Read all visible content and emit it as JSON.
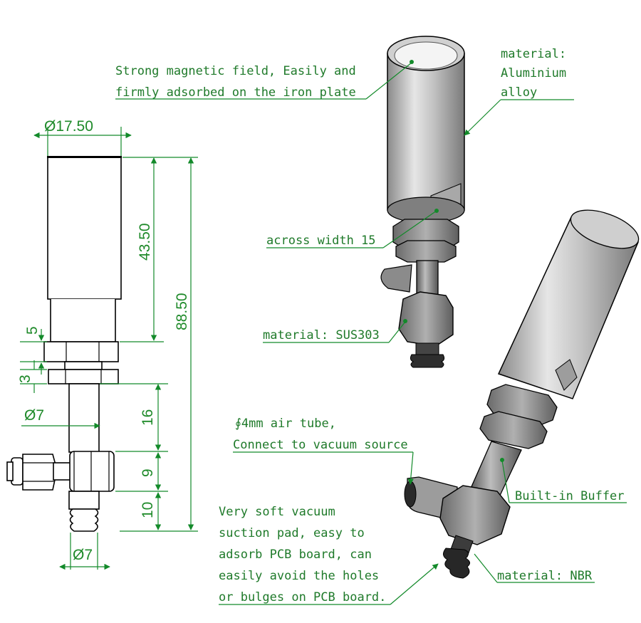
{
  "diagram": {
    "annotations": {
      "magnet_line1": "Strong magnetic field, Easily and",
      "magnet_line2": "firmly adsorbed on the iron plate",
      "material_al_1": "material:",
      "material_al_2": "Aluminium",
      "material_al_3": "alloy",
      "across_width": "across width 15",
      "material_sus": "material: SUS303",
      "air_tube_1": "∮4mm air tube,",
      "air_tube_2": "Connect to vacuum source",
      "buffer": "Built-in Buffer",
      "pad_1": "Very soft vacuum",
      "pad_2": "suction pad, easy to",
      "pad_3": "adsorb PCB board, can",
      "pad_4": "easily avoid the holes",
      "pad_5": "or bulges on PCB board.",
      "material_nbr": "material: NBR"
    },
    "dimensions": {
      "body_diameter": "Ø17.50",
      "magnet_length": "43.50",
      "total_length": "88.50",
      "step_5": "5",
      "step_3": "3",
      "shaft_diameter": "Ø7",
      "shaft_16": "16",
      "fitting_9": "9",
      "pad_10": "10",
      "pad_diameter": "Ø7"
    },
    "colors": {
      "annotation_text": "#1f7a2a",
      "leader_line": "#138a2a",
      "drawing_line": "#000000",
      "aluminium_body": "#b9b9b9"
    }
  }
}
